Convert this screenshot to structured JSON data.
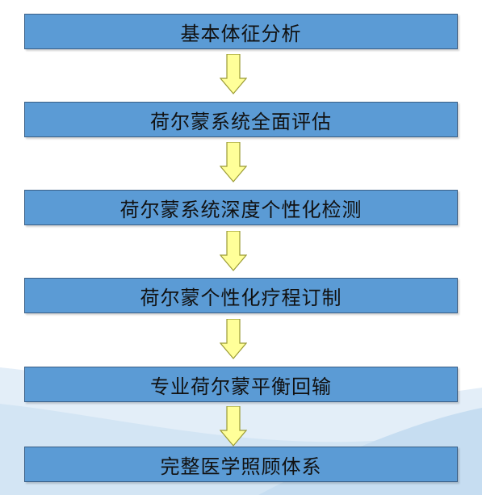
{
  "flow": {
    "steps": [
      {
        "label": "基本体征分析"
      },
      {
        "label": "荷尔蒙系统全面评估"
      },
      {
        "label": "荷尔蒙系统深度个性化检测"
      },
      {
        "label": "荷尔蒙个性化疗程订制"
      },
      {
        "label": "专业荷尔蒙平衡回输"
      },
      {
        "label": "完整医学照顾体系"
      }
    ],
    "arrow_direction": "down"
  },
  "colors": {
    "box_fill": "#5b9bd5",
    "box_border": "#3a5f86",
    "arrow_fill": "#ffff99",
    "arrow_stroke": "#9a9a33",
    "text": "#111111"
  }
}
